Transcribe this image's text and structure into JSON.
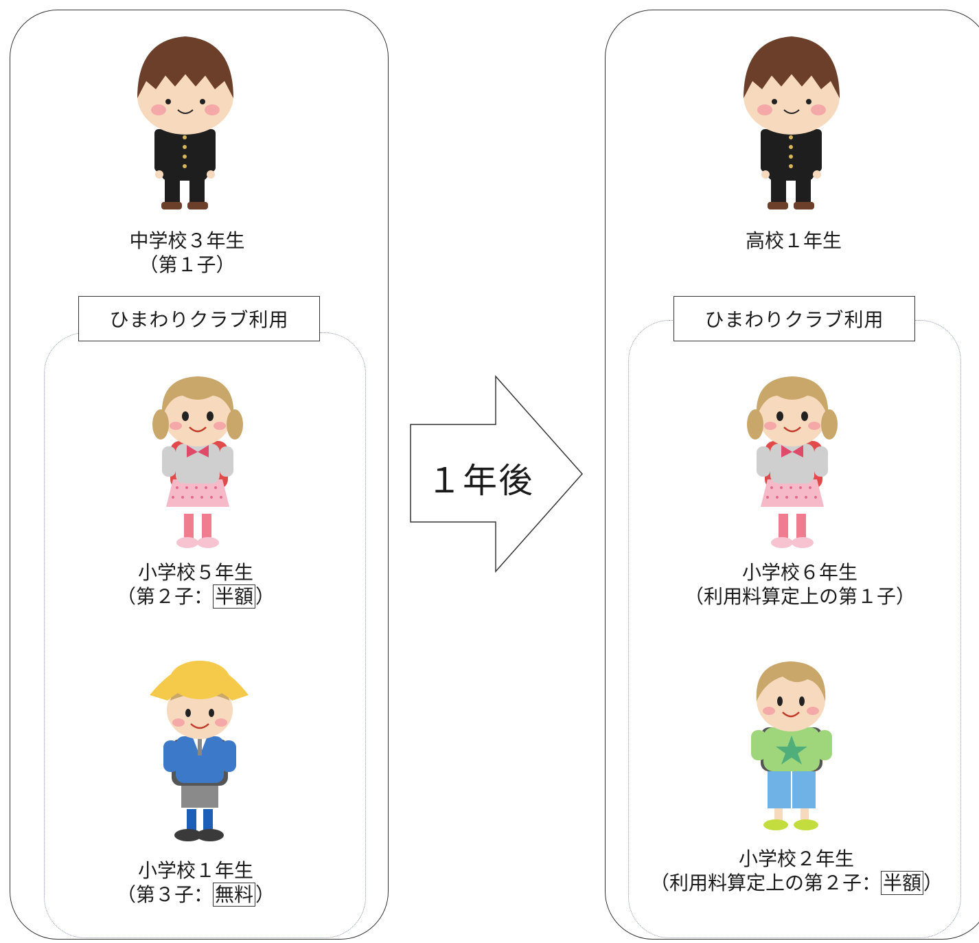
{
  "left": {
    "child1": {
      "line1": "中学校３年生",
      "line2": "（第１子）"
    },
    "club_label": "ひまわりクラブ利用",
    "child2": {
      "line1": "小学校５年生",
      "line2_prefix": "（第２子：",
      "line2_boxed": "半額",
      "line2_suffix": "）"
    },
    "child3": {
      "line1": "小学校１年生",
      "line2_prefix": "（第３子：",
      "line2_boxed": "無料",
      "line2_suffix": "）"
    }
  },
  "arrow": {
    "label": "１年後"
  },
  "right": {
    "child1": {
      "line1": "高校１年生"
    },
    "club_label": "ひまわりクラブ利用",
    "child2": {
      "line1": "小学校６年生",
      "line2": "（利用料算定上の第１子）"
    },
    "child3": {
      "line1": "小学校２年生",
      "line2_prefix": "（利用料算定上の第２子：",
      "line2_boxed": "半額",
      "line2_suffix": "）"
    }
  },
  "colors": {
    "hair_boy": "#6b3f2a",
    "skin": "#f7d9bd",
    "cheek": "#f4a9a8",
    "uniform": "#1e1e1e",
    "hair_girl": "#c9a76a",
    "bow": "#e04a6a",
    "skirt": "#f6b9c7",
    "cardigan": "#cfcfcf",
    "hat": "#f5c94a",
    "jacket": "#3d79c9",
    "shorts": "#8a8a8a",
    "shirt_green": "#9fd67b",
    "star": "#4fae7a",
    "pants_blue": "#6fb2e6",
    "shoe_green": "#c3dd3f"
  }
}
